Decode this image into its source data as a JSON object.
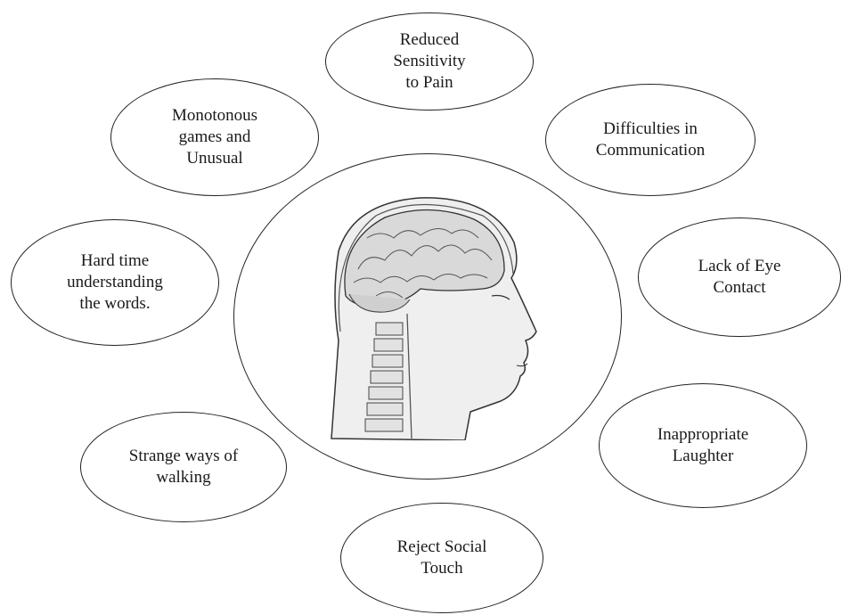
{
  "diagram": {
    "center_image": "head-brain-cross-section-illustration",
    "nodes": [
      {
        "id": "reduced-sensitivity",
        "text": "Reduced\nSensitivity\nto Pain"
      },
      {
        "id": "difficulties-communication",
        "text": "Difficulties in\nCommunication"
      },
      {
        "id": "lack-eye-contact",
        "text": "Lack of Eye\nContact"
      },
      {
        "id": "inappropriate-laughter",
        "text": "Inappropriate\nLaughter"
      },
      {
        "id": "reject-social-touch",
        "text": "Reject Social\nTouch"
      },
      {
        "id": "strange-walking",
        "text": "Strange ways of\nwalking"
      },
      {
        "id": "hard-time-words",
        "text": "Hard time\nunderstanding\nthe words."
      },
      {
        "id": "monotonous-games",
        "text": "Monotonous\ngames and\nUnusual"
      }
    ]
  }
}
